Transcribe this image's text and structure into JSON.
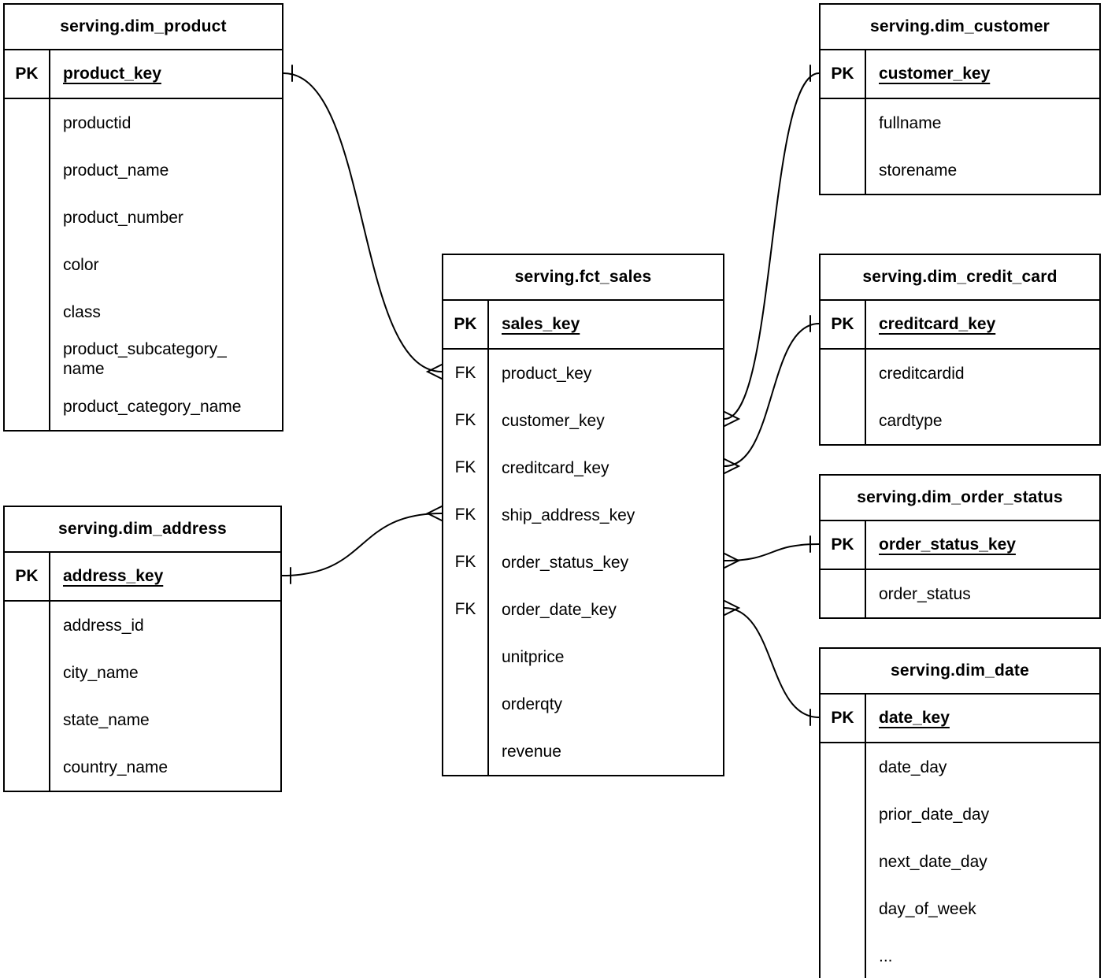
{
  "diagram": {
    "type": "entity-relationship",
    "notation": "crow-foot",
    "colors": {
      "background": "#ffffff",
      "line": "#000000",
      "text": "#000000",
      "table_fill": "#ffffff"
    },
    "entities": [
      {
        "id": "dim_product",
        "title": "serving.dim_product",
        "primary_key": {
          "badge": "PK",
          "field": "product_key"
        },
        "attributes": [
          {
            "badge": "",
            "name": "productid"
          },
          {
            "badge": "",
            "name": "product_name"
          },
          {
            "badge": "",
            "name": "product_number"
          },
          {
            "badge": "",
            "name": "color"
          },
          {
            "badge": "",
            "name": "class"
          },
          {
            "badge": "",
            "name": "product_subcategory_\nname"
          },
          {
            "badge": "",
            "name": "product_category_name"
          }
        ]
      },
      {
        "id": "dim_customer",
        "title": "serving.dim_customer",
        "primary_key": {
          "badge": "PK",
          "field": "customer_key"
        },
        "attributes": [
          {
            "badge": "",
            "name": "fullname"
          },
          {
            "badge": "",
            "name": "storename"
          }
        ]
      },
      {
        "id": "fct_sales",
        "title": "serving.fct_sales",
        "primary_key": {
          "badge": "PK",
          "field": "sales_key"
        },
        "attributes": [
          {
            "badge": "FK",
            "name": "product_key"
          },
          {
            "badge": "FK",
            "name": "customer_key"
          },
          {
            "badge": "FK",
            "name": "creditcard_key"
          },
          {
            "badge": "FK",
            "name": "ship_address_key"
          },
          {
            "badge": "FK",
            "name": "order_status_key"
          },
          {
            "badge": "FK",
            "name": "order_date_key"
          },
          {
            "badge": "",
            "name": "unitprice"
          },
          {
            "badge": "",
            "name": "orderqty"
          },
          {
            "badge": "",
            "name": "revenue"
          }
        ]
      },
      {
        "id": "dim_credit_card",
        "title": "serving.dim_credit_card",
        "primary_key": {
          "badge": "PK",
          "field": "creditcard_key"
        },
        "attributes": [
          {
            "badge": "",
            "name": "creditcardid"
          },
          {
            "badge": "",
            "name": "cardtype"
          }
        ]
      },
      {
        "id": "dim_address",
        "title": "serving.dim_address",
        "primary_key": {
          "badge": "PK",
          "field": "address_key"
        },
        "attributes": [
          {
            "badge": "",
            "name": "address_id"
          },
          {
            "badge": "",
            "name": "city_name"
          },
          {
            "badge": "",
            "name": "state_name"
          },
          {
            "badge": "",
            "name": "country_name"
          }
        ]
      },
      {
        "id": "dim_order_status",
        "title": "serving.dim_order_status",
        "primary_key": {
          "badge": "PK",
          "field": "order_status_key"
        },
        "attributes": [
          {
            "badge": "",
            "name": "order_status"
          }
        ]
      },
      {
        "id": "dim_date",
        "title": "serving.dim_date",
        "primary_key": {
          "badge": "PK",
          "field": "date_key"
        },
        "attributes": [
          {
            "badge": "",
            "name": "date_day"
          },
          {
            "badge": "",
            "name": "prior_date_day"
          },
          {
            "badge": "",
            "name": "next_date_day"
          },
          {
            "badge": "",
            "name": "day_of_week"
          },
          {
            "badge": "",
            "name": "..."
          }
        ]
      }
    ],
    "relationships": [
      {
        "id": "fct_product",
        "from": "fct_sales.product_key",
        "to": "dim_product.product_key",
        "from_cardinality": "many",
        "to_cardinality": "one"
      },
      {
        "id": "fct_customer",
        "from": "fct_sales.customer_key",
        "to": "dim_customer.customer_key",
        "from_cardinality": "many",
        "to_cardinality": "one"
      },
      {
        "id": "fct_creditcard",
        "from": "fct_sales.creditcard_key",
        "to": "dim_credit_card.creditcard_key",
        "from_cardinality": "many",
        "to_cardinality": "one"
      },
      {
        "id": "fct_ship_address",
        "from": "fct_sales.ship_address_key",
        "to": "dim_address.address_key",
        "from_cardinality": "many",
        "to_cardinality": "one"
      },
      {
        "id": "fct_order_status",
        "from": "fct_sales.order_status_key",
        "to": "dim_order_status.order_status_key",
        "from_cardinality": "many",
        "to_cardinality": "one"
      },
      {
        "id": "fct_order_date",
        "from": "fct_sales.order_date_key",
        "to": "dim_date.date_key",
        "from_cardinality": "many",
        "to_cardinality": "one"
      }
    ]
  }
}
